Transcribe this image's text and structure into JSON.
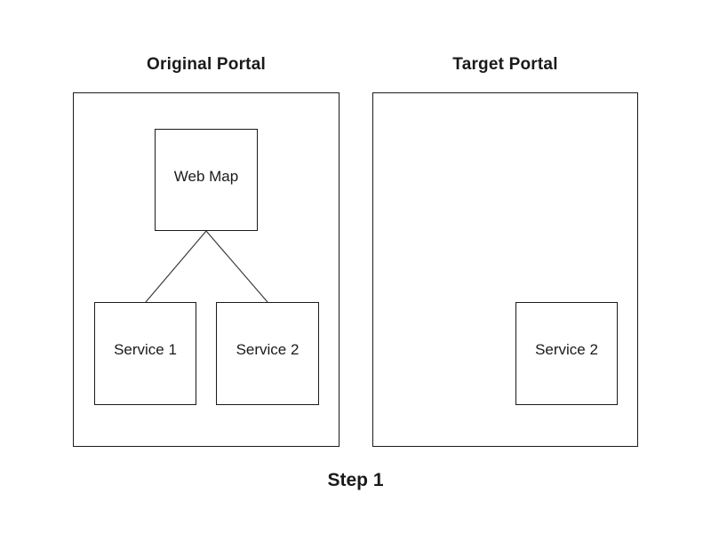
{
  "diagram": {
    "original_portal": {
      "title": "Original Portal",
      "nodes": {
        "web_map": {
          "label": "Web Map"
        },
        "service1": {
          "label": "Service 1"
        },
        "service2": {
          "label": "Service 2"
        }
      }
    },
    "target_portal": {
      "title": "Target Portal",
      "nodes": {
        "service2": {
          "label": "Service 2"
        }
      }
    },
    "connections": [
      {
        "from": "web_map",
        "to": "service1"
      },
      {
        "from": "web_map",
        "to": "service2"
      }
    ],
    "step_label": "Step 1",
    "colors": {
      "background": "#ffffff",
      "stroke": "#1a1a1a",
      "connector": "#3a3a3a",
      "text": "#1a1a1a"
    }
  }
}
